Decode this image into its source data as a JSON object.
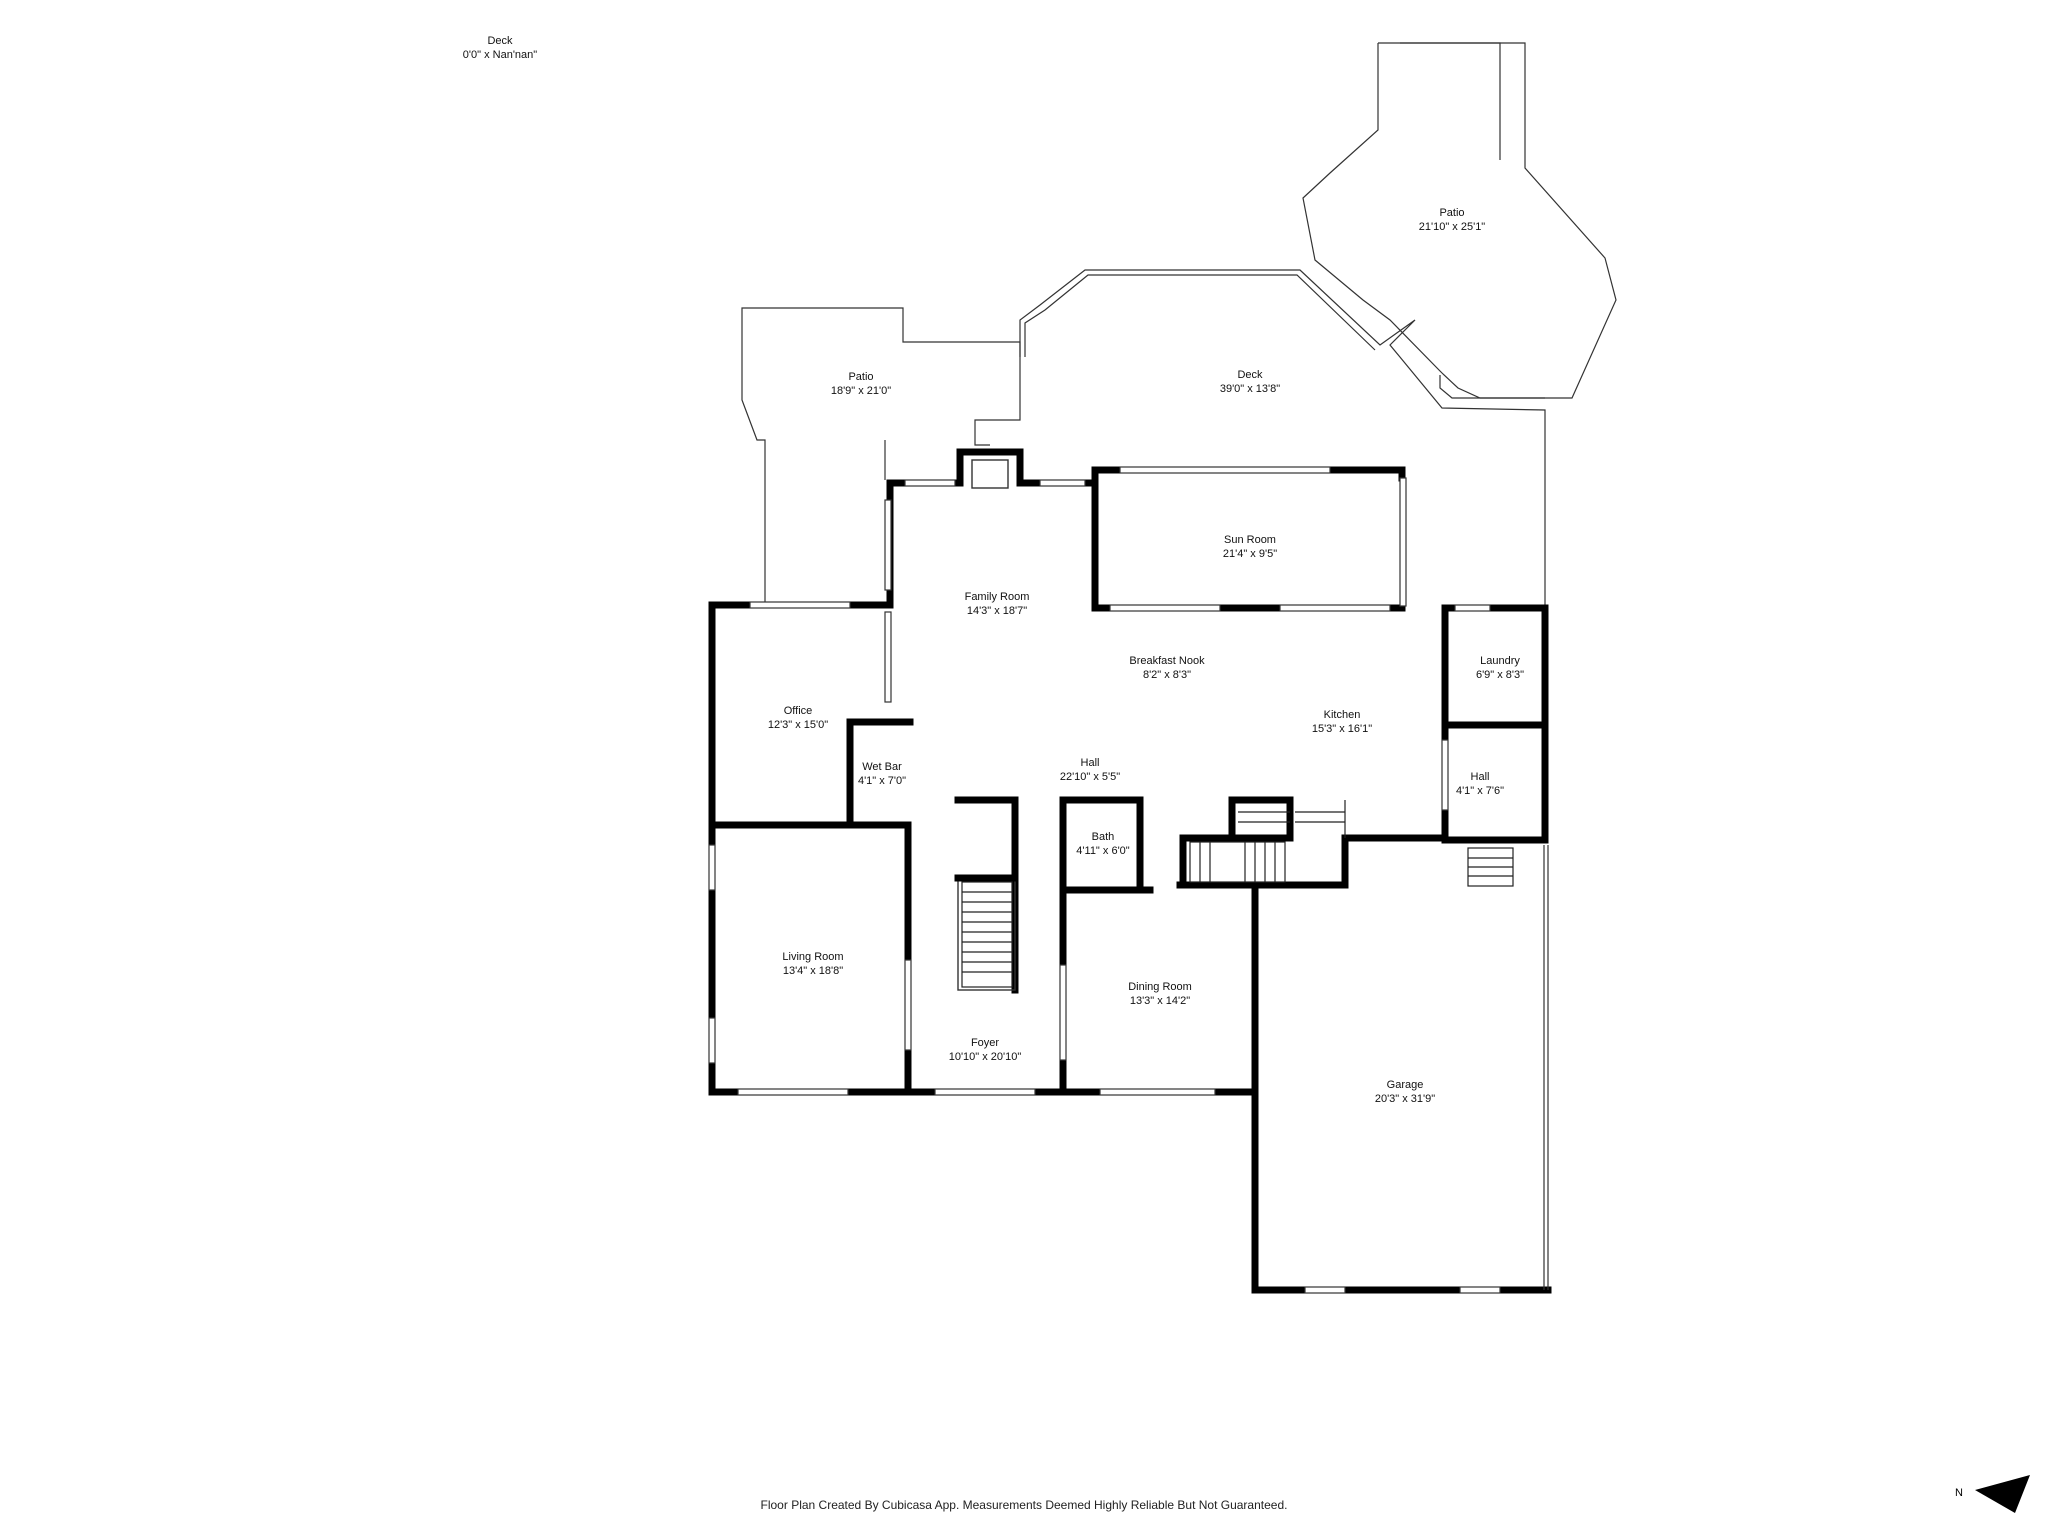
{
  "rooms": [
    {
      "name": "Deck",
      "dims": "0'0\" x Nan'nan\""
    },
    {
      "name": "Patio",
      "dims": "21'10\" x 25'1\""
    },
    {
      "name": "Patio",
      "dims": "18'9\" x 21'0\""
    },
    {
      "name": "Deck",
      "dims": "39'0\" x 13'8\""
    },
    {
      "name": "Sun Room",
      "dims": "21'4\" x 9'5\""
    },
    {
      "name": "Family Room",
      "dims": "14'3\" x 18'7\""
    },
    {
      "name": "Breakfast Nook",
      "dims": "8'2\" x 8'3\""
    },
    {
      "name": "Laundry",
      "dims": "6'9\" x 8'3\""
    },
    {
      "name": "Kitchen",
      "dims": "15'3\" x 16'1\""
    },
    {
      "name": "Office",
      "dims": "12'3\" x 15'0\""
    },
    {
      "name": "Wet Bar",
      "dims": "4'1\" x 7'0\""
    },
    {
      "name": "Hall",
      "dims": "22'10\" x 5'5\""
    },
    {
      "name": "Hall",
      "dims": "4'1\" x 7'6\""
    },
    {
      "name": "Bath",
      "dims": "4'11\" x 6'0\""
    },
    {
      "name": "Living Room",
      "dims": "13'4\" x 18'8\""
    },
    {
      "name": "Dining Room",
      "dims": "13'3\" x 14'2\""
    },
    {
      "name": "Foyer",
      "dims": "10'10\" x 20'10\""
    },
    {
      "name": "Garage",
      "dims": "20'3\" x 31'9\""
    }
  ],
  "footer": "Floor Plan Created By Cubicasa App. Measurements Deemed Highly Reliable But Not Guaranteed.",
  "compass": {
    "label": "N",
    "icon": "north-arrow-icon"
  }
}
